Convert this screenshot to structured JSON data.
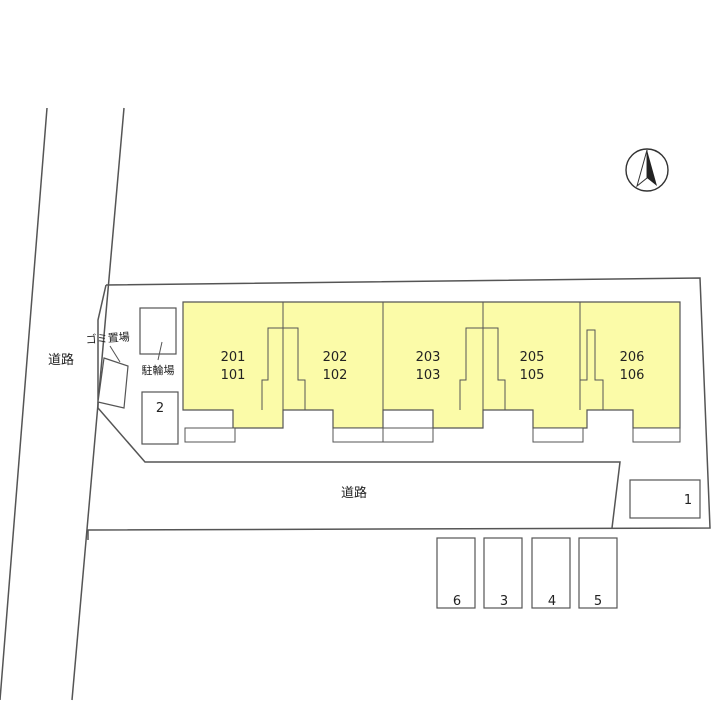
{
  "roads": {
    "left_road_label": "道路",
    "main_road_label": "道路"
  },
  "facilities": {
    "garbage_area_label": "ゴミ置場",
    "bicycle_parking_label": "駐輪場"
  },
  "units": [
    {
      "upper": "201",
      "lower": "101"
    },
    {
      "upper": "202",
      "lower": "102"
    },
    {
      "upper": "203",
      "lower": "103"
    },
    {
      "upper": "205",
      "lower": "105"
    },
    {
      "upper": "206",
      "lower": "106"
    }
  ],
  "parking": [
    "2",
    "1",
    "6",
    "3",
    "4",
    "5"
  ],
  "compass": {
    "icon": "north-arrow-icon"
  },
  "colors": {
    "building_fill": "#fbfba8",
    "line": "#555555",
    "background": "#ffffff"
  }
}
